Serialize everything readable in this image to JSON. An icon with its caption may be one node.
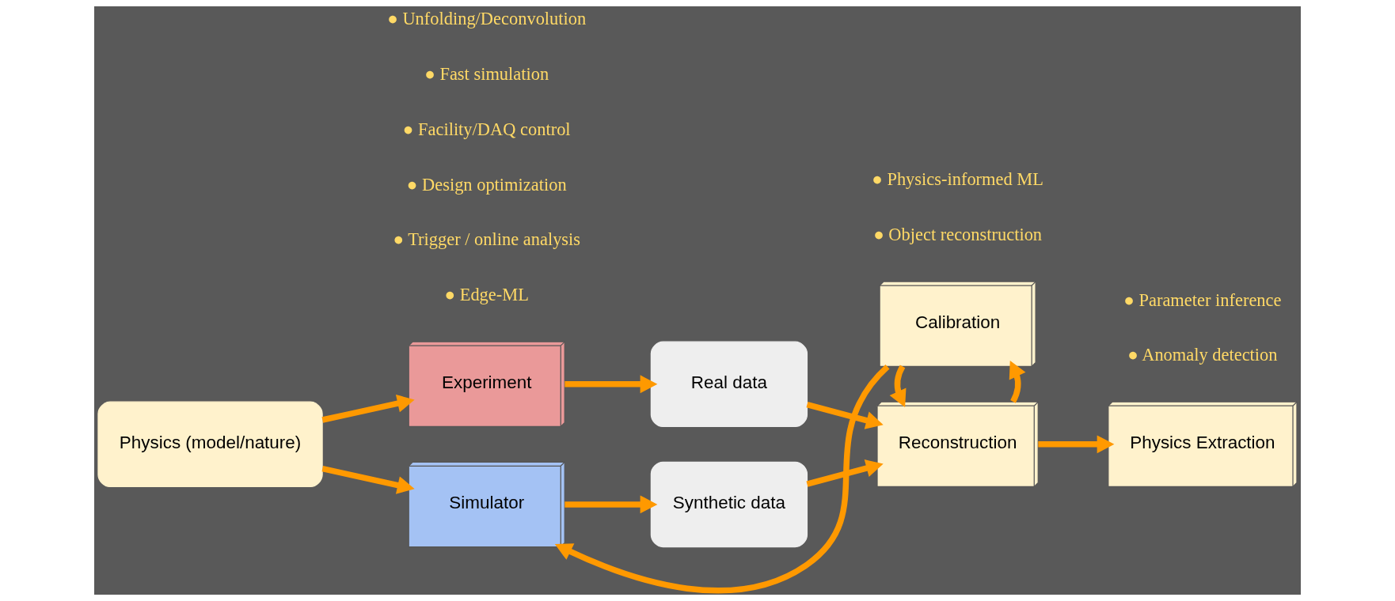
{
  "diagram": {
    "nodes": [
      {
        "text": [
          "Physics (model/nature)"
        ]
      },
      {
        "text": [
          "Experiment"
        ]
      },
      {
        "text": [
          "Simulator"
        ]
      },
      {
        "text": [
          "Real data"
        ]
      },
      {
        "text": [
          "Synthetic data"
        ]
      },
      {
        "text": [
          "Reconstruction"
        ]
      },
      {
        "text": [
          "Calibration"
        ]
      },
      {
        "text": [
          "Physics Extraction"
        ]
      }
    ],
    "edges": [
      {
        "from": 0,
        "to": 1,
        "arrow": "to"
      },
      {
        "from": 0,
        "to": 2,
        "arrow": "to"
      },
      {
        "from": 1,
        "to": 3,
        "arrow": "to"
      },
      {
        "from": 2,
        "to": 4,
        "arrow": "to"
      },
      {
        "from": 3,
        "to": 5,
        "arrow": "to"
      },
      {
        "from": 4,
        "to": 5,
        "arrow": "to"
      },
      {
        "from": 5,
        "to": 6,
        "arrow": "to"
      },
      {
        "from": 6,
        "to": 5,
        "arrow": "to"
      },
      {
        "from": 6,
        "to": 2,
        "arrow": "to"
      },
      {
        "from": 5,
        "to": 7,
        "arrow": "to"
      }
    ],
    "labels": [
      "● Edge-ML",
      "● Trigger / online analysis",
      "● Object reconstruction",
      "● Physics-informed ML",
      "● Design optimization",
      "● Facility/DAQ control",
      "● Anomaly detection",
      "● Parameter inference",
      "● Fast simulation",
      "● Unfolding/Deconvolution"
    ]
  }
}
